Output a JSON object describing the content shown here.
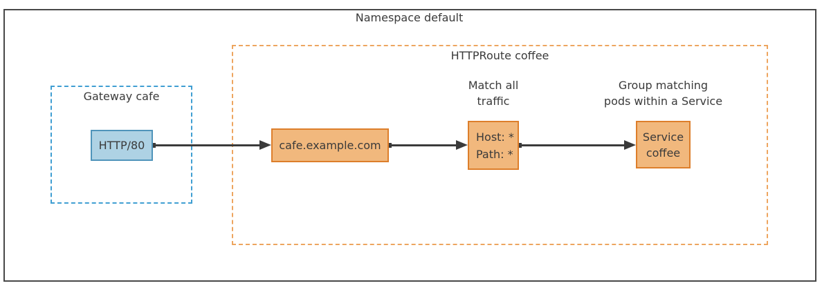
{
  "colors": {
    "outer_border": "#474747",
    "text": "#3a3a3a",
    "arrow": "#3a3a3a",
    "gateway_dashed_border": "#3f9ed2",
    "gateway_node_fill": "#aed2e4",
    "gateway_node_border": "#4f94ba",
    "route_dashed_border": "#eda55f",
    "route_node_fill": "#f1b87d",
    "route_node_border": "#dd7e2b"
  },
  "namespace": {
    "title": "Namespace default"
  },
  "gateway": {
    "title": "Gateway cafe",
    "listener_label": "HTTP/80"
  },
  "httproute": {
    "title": "HTTPRoute coffee",
    "hostname_label": "cafe.example.com",
    "match": {
      "annotation_line1": "Match all",
      "annotation_line2": "traffic",
      "host_rule": "Host: *",
      "path_rule": "Path: *"
    },
    "backend": {
      "annotation_line1": "Group matching",
      "annotation_line2": "pods within a Service",
      "service_line1": "Service",
      "service_line2": "coffee"
    }
  }
}
